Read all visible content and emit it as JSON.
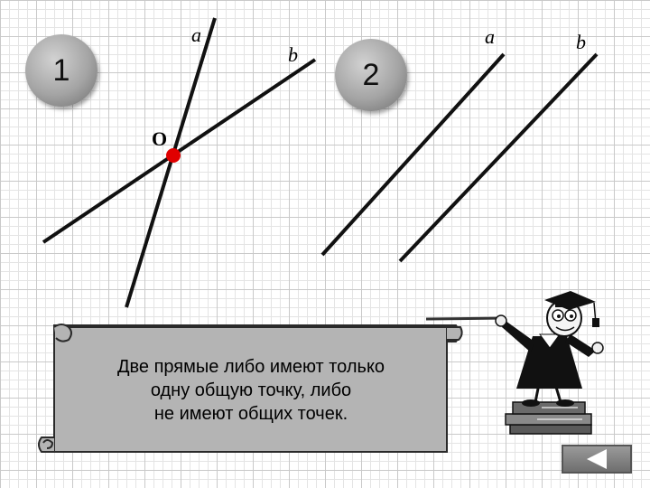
{
  "figure1": {
    "number": "1",
    "line_a_label": "a",
    "line_b_label": "b",
    "point_label": "O"
  },
  "figure2": {
    "number": "2",
    "line_a_label": "a",
    "line_b_label": "b"
  },
  "scroll": {
    "lines": [
      "Две прямые либо имеют только",
      "одну общую точку, либо",
      "не имеют общих точек."
    ]
  },
  "colors": {
    "point": "#e00000",
    "lines": "#111111",
    "scroll": "#b4b4b4"
  },
  "icons": {
    "teacher": "teacher-with-pointer-illustration",
    "nav": "back-arrow-icon"
  }
}
